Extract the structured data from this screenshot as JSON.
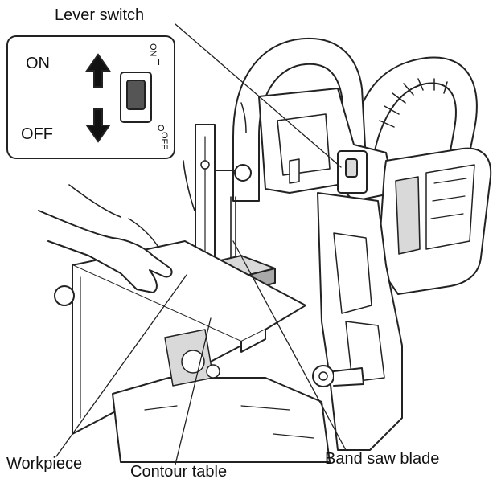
{
  "callouts": {
    "lever_switch": "Lever switch",
    "workpiece": "Workpiece",
    "contour_table": "Contour table",
    "band_saw_blade": "Band saw blade"
  },
  "inset": {
    "on_label": "ON",
    "off_label": "OFF",
    "switch_on_text": "ON",
    "switch_on_symbol": "I",
    "switch_off_text": "OFF",
    "switch_off_symbol": "O"
  },
  "colors": {
    "line": "#222222",
    "fill_light": "#ffffff",
    "fill_shade": "#d9d9d9",
    "fill_dark": "#555555"
  }
}
